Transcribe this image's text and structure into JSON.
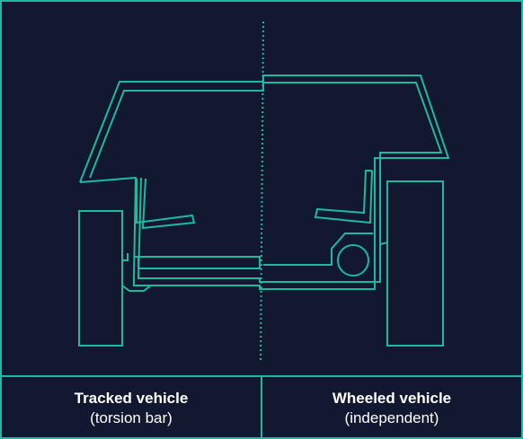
{
  "colors": {
    "background": "#11182f",
    "line": "#1fb9a1",
    "text": "#ffffff"
  },
  "captions": {
    "left": {
      "title": "Tracked vehicle",
      "subtitle": "(torsion bar)"
    },
    "right": {
      "title": "Wheeled vehicle",
      "subtitle": "(independent)"
    }
  }
}
